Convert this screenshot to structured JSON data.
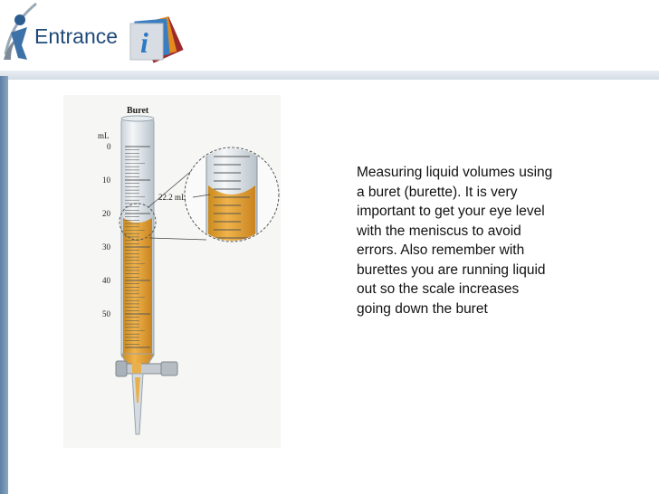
{
  "header": {
    "logo_text": "Entrance",
    "logo_letter": "i"
  },
  "figure": {
    "title": "Buret",
    "unit": "mL",
    "scale_labels": [
      "0",
      "10",
      "20",
      "30",
      "40",
      "50"
    ],
    "reading_label": "22.2 mL",
    "liquid_color": "#e2a437"
  },
  "body": {
    "text": "Measuring liquid volumes using a buret (burette).  It is very important to get your eye level with the meniscus to avoid errors. Also remember with burettes you are running liquid out so the scale increases going down the buret"
  }
}
